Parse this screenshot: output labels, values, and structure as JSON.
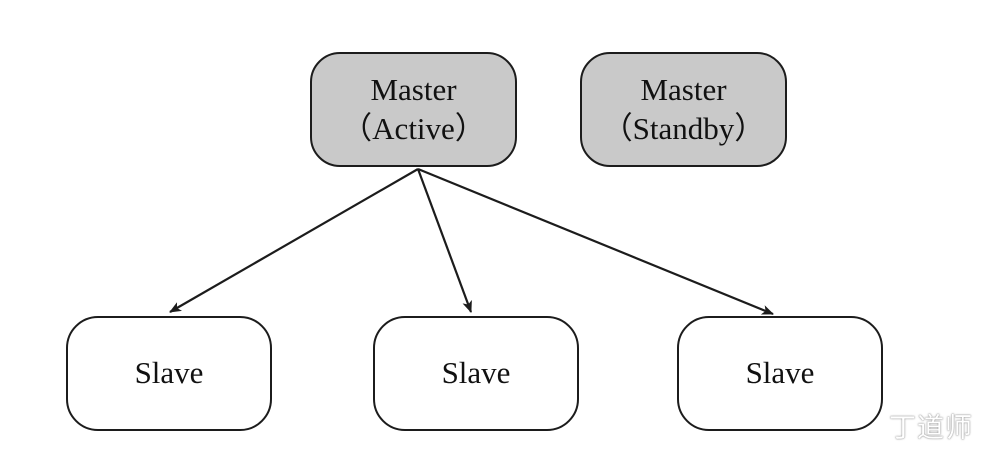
{
  "nodes": {
    "master_active": {
      "line1": "Master",
      "line2": "（Active）"
    },
    "master_standby": {
      "line1": "Master",
      "line2": "（Standby）"
    },
    "slave_1": {
      "label": "Slave"
    },
    "slave_2": {
      "label": "Slave"
    },
    "slave_3": {
      "label": "Slave"
    }
  },
  "edges": [
    {
      "from": "master_active",
      "to": "slave_1"
    },
    {
      "from": "master_active",
      "to": "slave_2"
    },
    {
      "from": "master_active",
      "to": "slave_3"
    }
  ],
  "colors": {
    "master_fill": "#c9c9c9",
    "slave_fill": "#ffffff",
    "stroke": "#1c1c1c"
  },
  "watermark": {
    "text": "丁道师"
  }
}
